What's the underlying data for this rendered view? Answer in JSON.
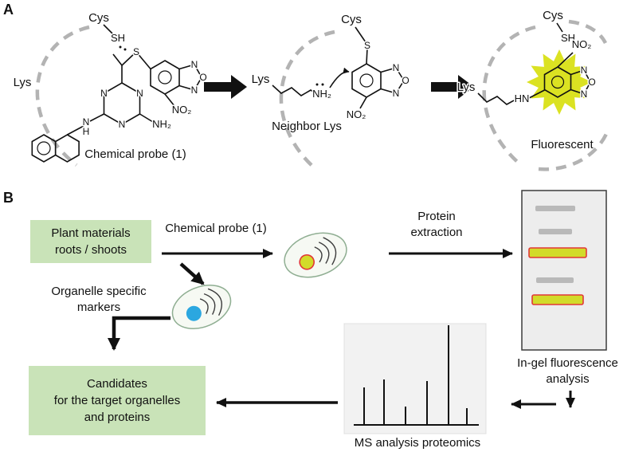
{
  "panel_a": {
    "label": "A",
    "captions": {
      "probe": "Chemical probe (1)",
      "neighbor": "Neighbor Lys",
      "product": "Fluorescent"
    },
    "atoms": {
      "cys": "Cys",
      "lys": "Lys",
      "sh": "SH",
      "s": "S",
      "n": "N",
      "o": "O",
      "h": "H",
      "hn": "HN",
      "no2": "NO₂",
      "nh2": "NH₂"
    }
  },
  "panel_b": {
    "label": "B",
    "plant_box": {
      "line1": "Plant materials",
      "line2": "roots / shoots"
    },
    "probe_label": "Chemical probe (1)",
    "extraction_label": {
      "line1": "Protein",
      "line2": "extraction"
    },
    "markers_label": {
      "line1": "Organelle specific",
      "line2": "markers"
    },
    "gel_caption": {
      "line1": "In-gel fluorescence",
      "line2": "analysis"
    },
    "ms_caption": "MS analysis proteomics",
    "candidates_box": {
      "line1": "Candidates",
      "line2": "for the target organelles",
      "line3": "and proteins"
    }
  },
  "colors": {
    "box_green": "#c9e3b8",
    "highlight_yellow": "#dbe222",
    "band_yellow": "#d2db2a",
    "band_gray": "#b9b9b9",
    "band_outline_red": "#e23737",
    "nucleus_blue": "#2ba7e0",
    "dash_gray": "#b3b3b3"
  }
}
